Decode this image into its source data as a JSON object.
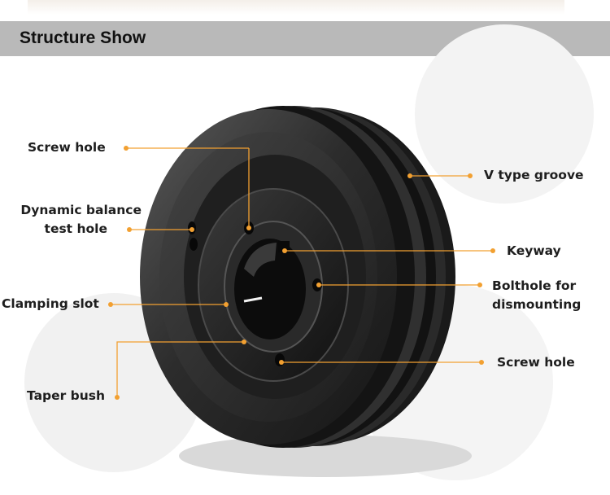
{
  "header": {
    "title": "Structure Show"
  },
  "colors": {
    "leader": "#f2a031",
    "header_bar": "#b9b9b9",
    "pulley": "#2b2b2b"
  },
  "labels": {
    "screw_hole_top": "Screw hole",
    "dynamic_balance_1": "Dynamic balance",
    "dynamic_balance_2": "test hole",
    "clamping_slot": "Clamping slot",
    "taper_bush": "Taper bush",
    "v_type_groove": "V type groove",
    "keyway": "Keyway",
    "bolthole_1": "Bolthole for",
    "bolthole_2": "dismounting",
    "screw_hole_bottom": "Screw hole"
  }
}
